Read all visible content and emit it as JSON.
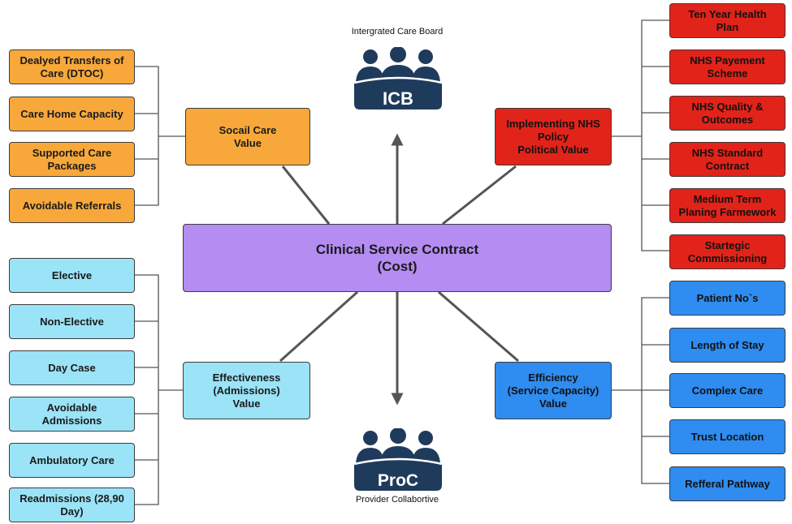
{
  "center": {
    "label": "Clinical Service Contract\n(Cost)"
  },
  "icb": {
    "caption": "Intergrated Care Board",
    "badge": "ICB"
  },
  "proc": {
    "caption": "Provider Collabortive",
    "badge": "ProC"
  },
  "social": {
    "label": "Socail Care\nValue",
    "items": [
      "Dealyed Transfers of\nCare (DTOC)",
      "Care Home Capacity",
      "Supported Care\nPackages",
      "Avoidable Referrals"
    ]
  },
  "policy": {
    "label": "Implementing NHS\nPolicy\nPolitical Value",
    "items": [
      "Ten Year Health\nPlan",
      "NHS Payement\nScheme",
      "NHS Quality &\nOutcomes",
      "NHS Standard\nContract",
      "Medium Term\nPlaning Farmework",
      "Startegic\nCommissioning"
    ]
  },
  "effectiveness": {
    "label": "Effectiveness\n(Admissions)\nValue",
    "items": [
      "Elective",
      "Non-Elective",
      "Day Case",
      "Avoidable\nAdmissions",
      "Ambulatory Care",
      "Readmissions (28,90\nDay)"
    ]
  },
  "efficiency": {
    "label": "Efficiency\n(Service Capacity)\nValue",
    "items": [
      "Patient No`s",
      "Length of Stay",
      "Complex Care",
      "Trust Location",
      "Refferal Pathway"
    ]
  },
  "colors": {
    "social": "#f8a83b",
    "policy": "#e2231a",
    "effectiveness": "#9be3f7",
    "efficiency": "#2f8cf0",
    "center": "#b48cf2",
    "logo": "#1f3b5c"
  }
}
